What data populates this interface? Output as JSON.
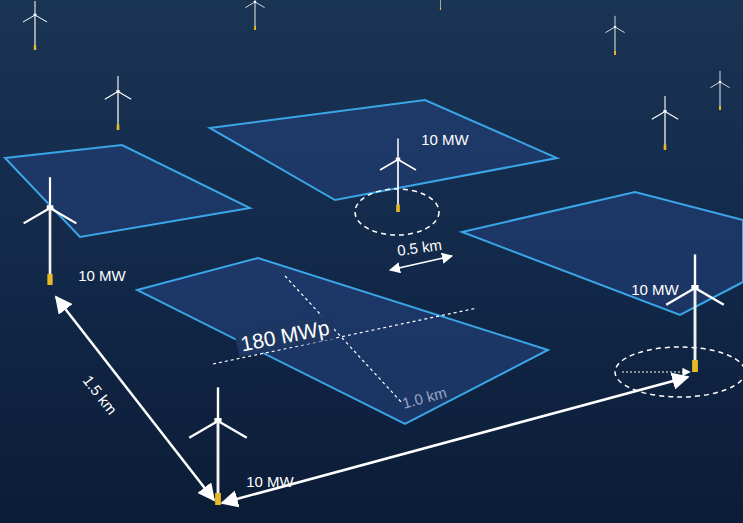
{
  "diagram": {
    "nodes": [
      {
        "text": [
          "180 MWp"
        ]
      }
    ],
    "labels": [
      "10 MW",
      "0.5 km",
      "10 MW",
      "10 MW",
      "1.5 km",
      "1.0 km",
      "10 MW"
    ]
  }
}
